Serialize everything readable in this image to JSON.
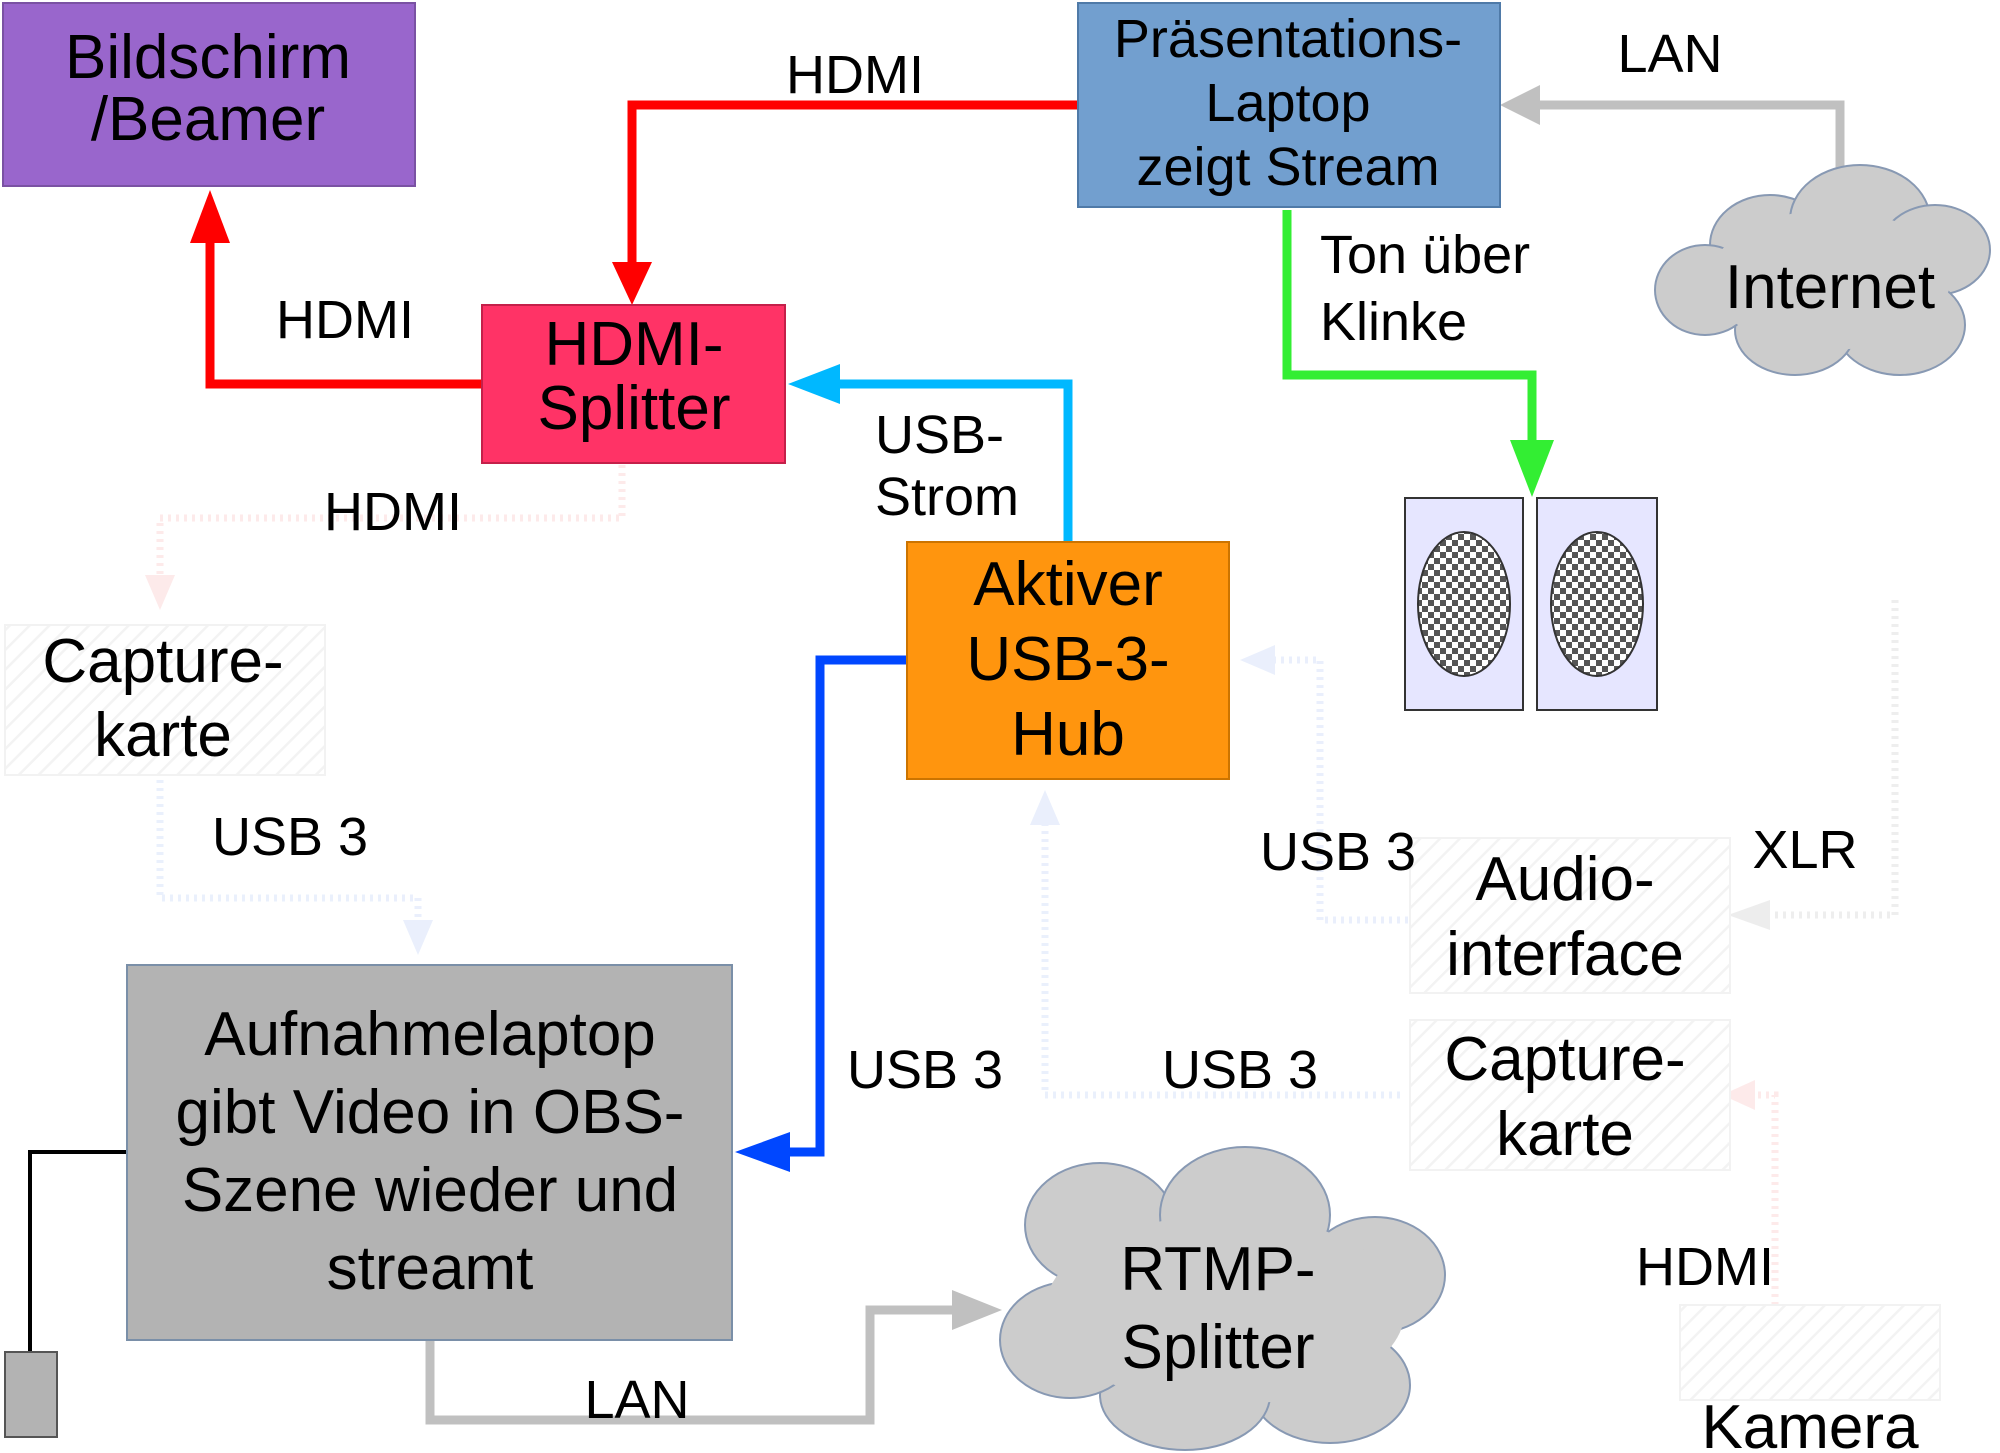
{
  "nodes": {
    "screen": {
      "lines": [
        "Bildschirm",
        "/Beamer"
      ],
      "fill": "#9966cc"
    },
    "laptop": {
      "lines": [
        "Präsentations-",
        "Laptop",
        "zeigt Stream"
      ],
      "fill": "#729fcf"
    },
    "internet": {
      "lines": [
        "Internet"
      ],
      "fill": "#cccccc"
    },
    "splitter": {
      "lines": [
        "HDMI-",
        "Splitter"
      ],
      "fill": "#ff3366"
    },
    "hub": {
      "lines": [
        "Aktiver",
        "USB-3-",
        "Hub"
      ],
      "fill": "#ff950e"
    },
    "capture1": {
      "lines": [
        "Capture-",
        "karte"
      ]
    },
    "obs": {
      "lines": [
        "Aufnahmelaptop",
        "gibt Video in OBS-",
        "Szene wieder und",
        "streamt"
      ],
      "fill": "#b3b3b3"
    },
    "audio": {
      "lines": [
        "Audio-",
        "interface"
      ]
    },
    "capture2": {
      "lines": [
        "Capture-",
        "karte"
      ]
    },
    "rtmp": {
      "lines": [
        "RTMP-",
        "Splitter"
      ],
      "fill": "#cccccc"
    },
    "camera": {
      "lines": [
        "Kamera"
      ]
    },
    "speakers": {
      "fill": "#e6e6ff"
    }
  },
  "edge_labels": {
    "hdmi_top": "HDMI",
    "hdmi_left": "HDMI",
    "hdmi_faded": "HDMI",
    "lan_top": "LAN",
    "ton": [
      "Ton über",
      "Klinke"
    ],
    "usb_strom": [
      "USB-",
      "Strom"
    ],
    "usb3_left": "USB 3",
    "usb3_mid": "USB 3",
    "usb3_hub": "USB 3",
    "usb3_right": "USB 3",
    "xlr": "XLR",
    "hdmi_camera": "HDMI",
    "lan_bottom": "LAN"
  },
  "colors": {
    "hdmi": "#ff0000",
    "usb_power": "#00b8ff",
    "usb3": "#0047ff",
    "audio": "#33ee33",
    "lan": "#c0c0c0",
    "mic": "#000000"
  }
}
